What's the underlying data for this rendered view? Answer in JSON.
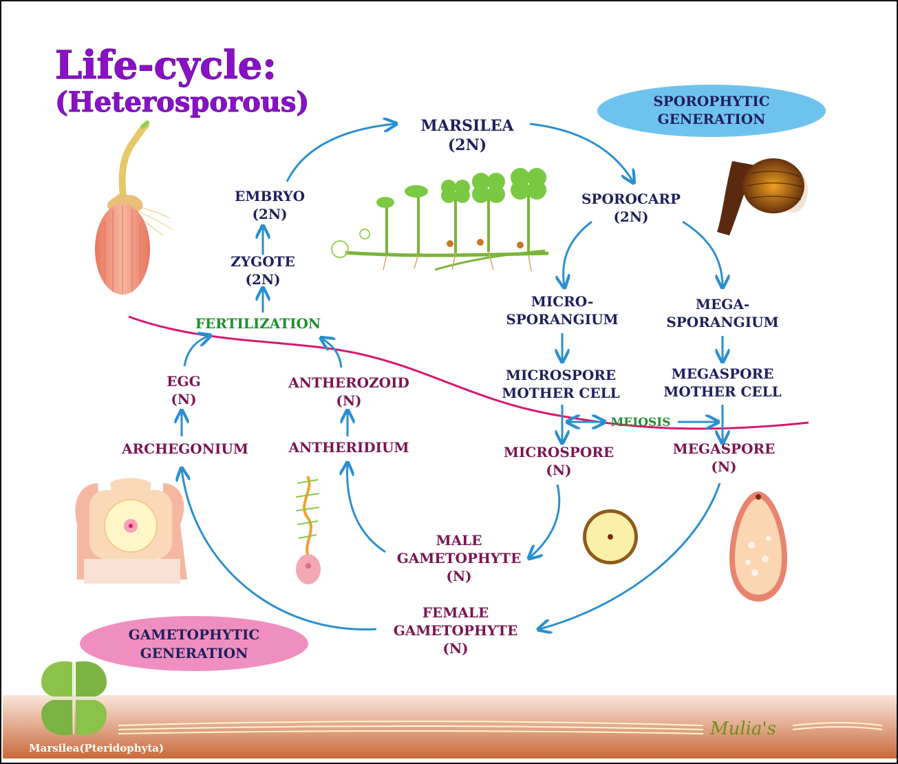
{
  "title": {
    "line1": "Life-cycle:",
    "line2": "(Heterosporous)"
  },
  "generations": {
    "sporophytic": [
      "SPOROPHYTIC",
      "GENERATION"
    ],
    "gametophytic": [
      "GAMETOPHYTIC",
      "GENERATION"
    ]
  },
  "nodes": {
    "marsilea": [
      "MARSILEA",
      "(2N)"
    ],
    "sporocarp": [
      "SPOROCARP",
      "(2N)"
    ],
    "microsporangium": [
      "MICRO-",
      "SPORANGIUM"
    ],
    "megasporangium": [
      "MEGA-",
      "SPORANGIUM"
    ],
    "microspore_mother": [
      "MICROSPORE",
      "MOTHER CELL"
    ],
    "megaspore_mother": [
      "MEGASPORE",
      "MOTHER CELL"
    ],
    "meiosis": "MEIOSIS",
    "microspore": [
      "MICROSPORE",
      "(N)"
    ],
    "megaspore": [
      "MEGASPORE",
      "(N)"
    ],
    "male_gametophyte": [
      "MALE",
      "GAMETOPHYTE",
      "(N)"
    ],
    "female_gametophyte": [
      "FEMALE",
      "GAMETOPHYTE",
      "(N)"
    ],
    "antheridium": "ANTHERIDIUM",
    "archegonium": "ARCHEGONIUM",
    "antherozoid": [
      "ANTHEROZOID",
      "(N)"
    ],
    "egg": [
      "EGG",
      "(N)"
    ],
    "fertilization": "FERTILIZATION",
    "zygote": [
      "ZYGOTE",
      "(2N)"
    ],
    "embryo": [
      "EMBRYO",
      "(2N)"
    ]
  },
  "footer": {
    "caption": "Marsilea(Pteridophyta)",
    "signature": "Mulia's"
  },
  "colors": {
    "arrow": "#2a8fcf",
    "divider": "#d6186e",
    "sporophytic_text": "#1f1f5e",
    "gametophytic_text": "#7a1552",
    "fertilization_text": "#1f8f2f",
    "title": "#8a10c8",
    "sporophytic_bubble": "#6ec3ee",
    "gametophytic_bubble": "#ef8fbf"
  },
  "icons": [
    "sporeling-illustration",
    "marsilea-plants-illustration",
    "sporocarp-illustration",
    "archegonium-illustration",
    "antherozoid-illustration",
    "microspore-illustration",
    "megaspore-illustration",
    "marsilea-leaf-icon"
  ]
}
